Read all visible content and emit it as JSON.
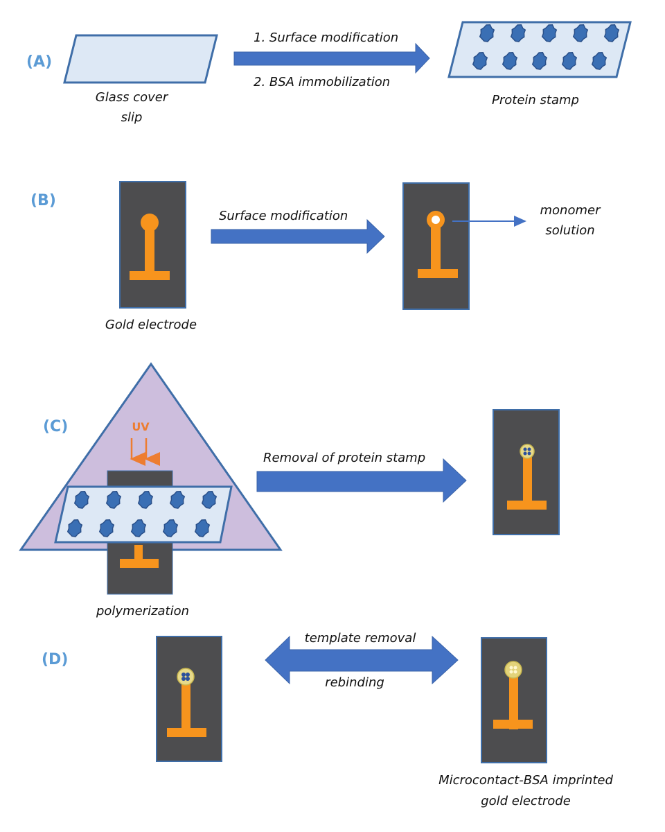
{
  "figure": {
    "colors": {
      "panel_label": "#5b9bd5",
      "arrow": "#4472c4",
      "gold": "#f7941d",
      "chip": "#4d4d4f",
      "slide": "#dde8f5",
      "prism": "#cdbedd",
      "uv": "#ed7d31",
      "protein": "#3a6fb4"
    },
    "panels": {
      "A": {
        "label": "(A)",
        "glass_caption_line1": "Glass cover",
        "glass_caption_line2": "slip",
        "arrow_label_top": "1. Surface modification",
        "arrow_label_bottom": "2. BSA immobilization",
        "stamp_caption": "Protein stamp",
        "protein_count": 10
      },
      "B": {
        "label": "(B)",
        "electrode_caption": "Gold electrode",
        "arrow_label": "Surface modification",
        "pointer_label_line1": "monomer",
        "pointer_label_line2": "solution"
      },
      "C": {
        "label": "(C)",
        "uv_label": "UV",
        "caption": "polymerization",
        "arrow_label": "Removal of protein stamp",
        "protein_count": 10
      },
      "D": {
        "label": "(D)",
        "arrow_label_top": "template removal",
        "arrow_label_bottom": "rebinding",
        "result_caption_line1": "Microcontact-BSA imprinted",
        "result_caption_line2": "gold electrode"
      }
    }
  }
}
